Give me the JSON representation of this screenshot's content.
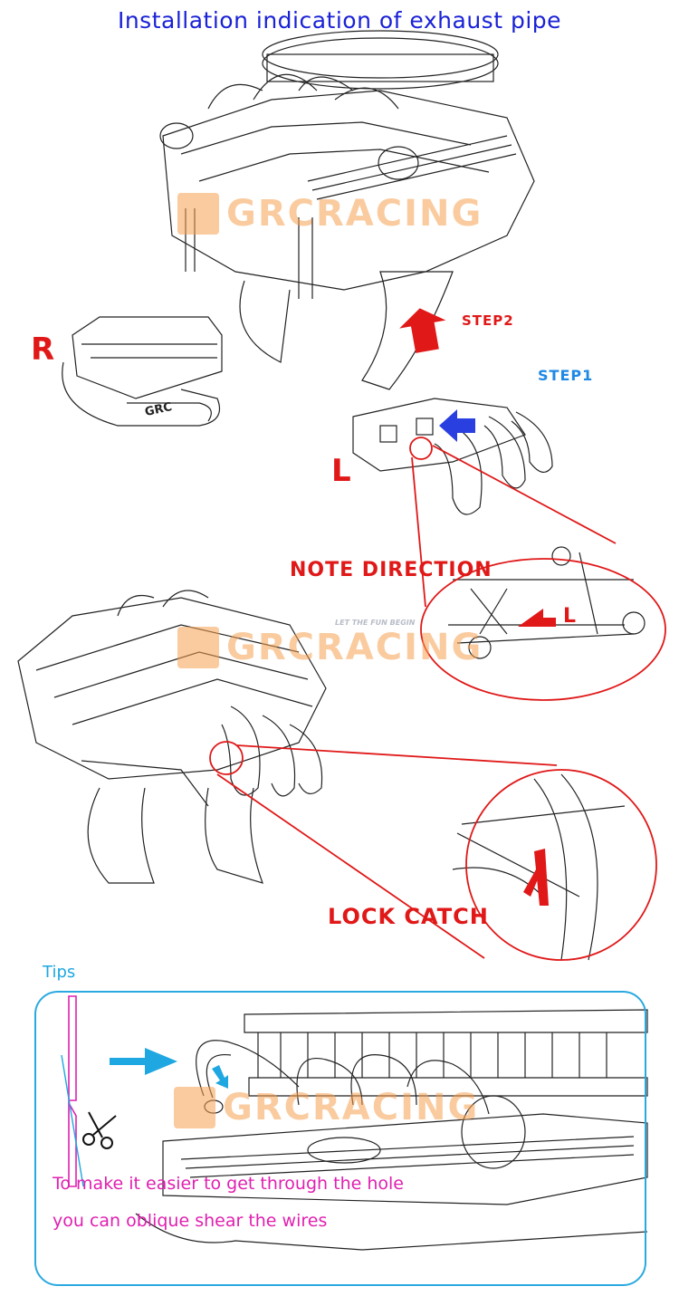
{
  "title": "Installation indication of exhaust pipe",
  "labels": {
    "right_side": "R",
    "left_side": "L",
    "step2": "STEP2",
    "step1": "STEP1",
    "note_direction": "NOTE DIRECTION",
    "lock_catch": "LOCK CATCH",
    "part_marking": "GRC",
    "direction_marking": "L"
  },
  "watermark": {
    "brand": "GRCRACING",
    "tagline": "LET THE FUN BEGIN"
  },
  "tips": {
    "heading": "Tips",
    "line1": "To make it easier to get through the hole",
    "line2": "you can oblique shear the wires"
  },
  "colors": {
    "title": "#1a22d6",
    "callout_red": "#e01818",
    "step1_blue": "#1e88e5",
    "tips_blue": "#2aa9e0",
    "tip_text": "#e020b0",
    "watermark_orange": "#f5a050"
  }
}
